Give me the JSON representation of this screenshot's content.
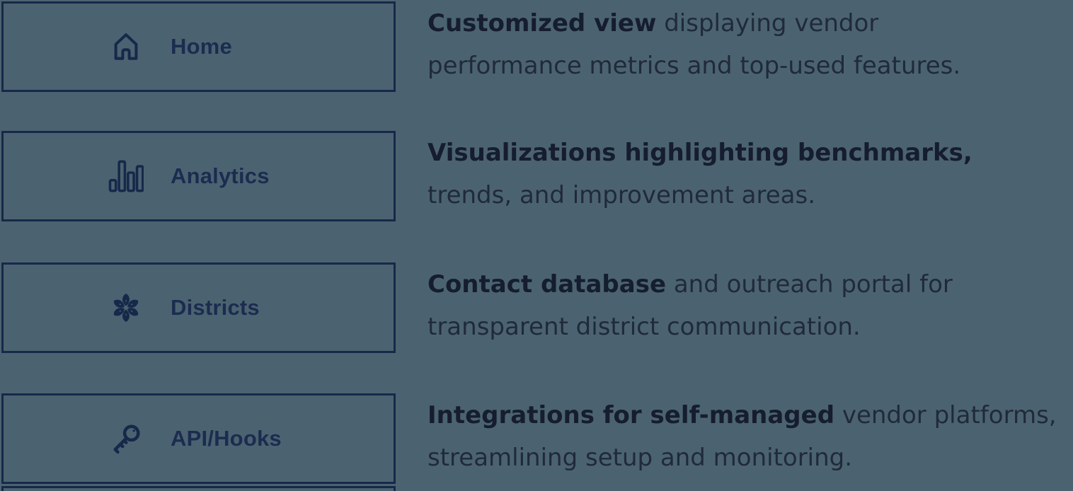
{
  "theme": {
    "background": "#4b6370",
    "navy": "#17294a",
    "label_color": "#1c2c50",
    "description_color": "#202a3a"
  },
  "nav": {
    "items": [
      {
        "label": "Home",
        "icon": "home-icon"
      },
      {
        "label": "Analytics",
        "icon": "bar-chart-icon"
      },
      {
        "label": "Districts",
        "icon": "flower-cluster-icon"
      },
      {
        "label": "API/Hooks",
        "icon": "key-icon"
      }
    ]
  },
  "descriptions": [
    {
      "bold": "Customized view",
      "line1_rest": " displaying vendor",
      "line2": "performance metrics and top-used features."
    },
    {
      "bold": "Visualizations highlighting benchmarks,",
      "line1_rest": "",
      "line2": "trends, and improvement areas."
    },
    {
      "bold": "Contact database",
      "line1_rest": " and outreach portal for",
      "line2": "transparent district communication."
    },
    {
      "bold": "Integrations for self-managed",
      "line1_rest": " vendor platforms,",
      "line2": "streamlining setup and monitoring."
    }
  ]
}
